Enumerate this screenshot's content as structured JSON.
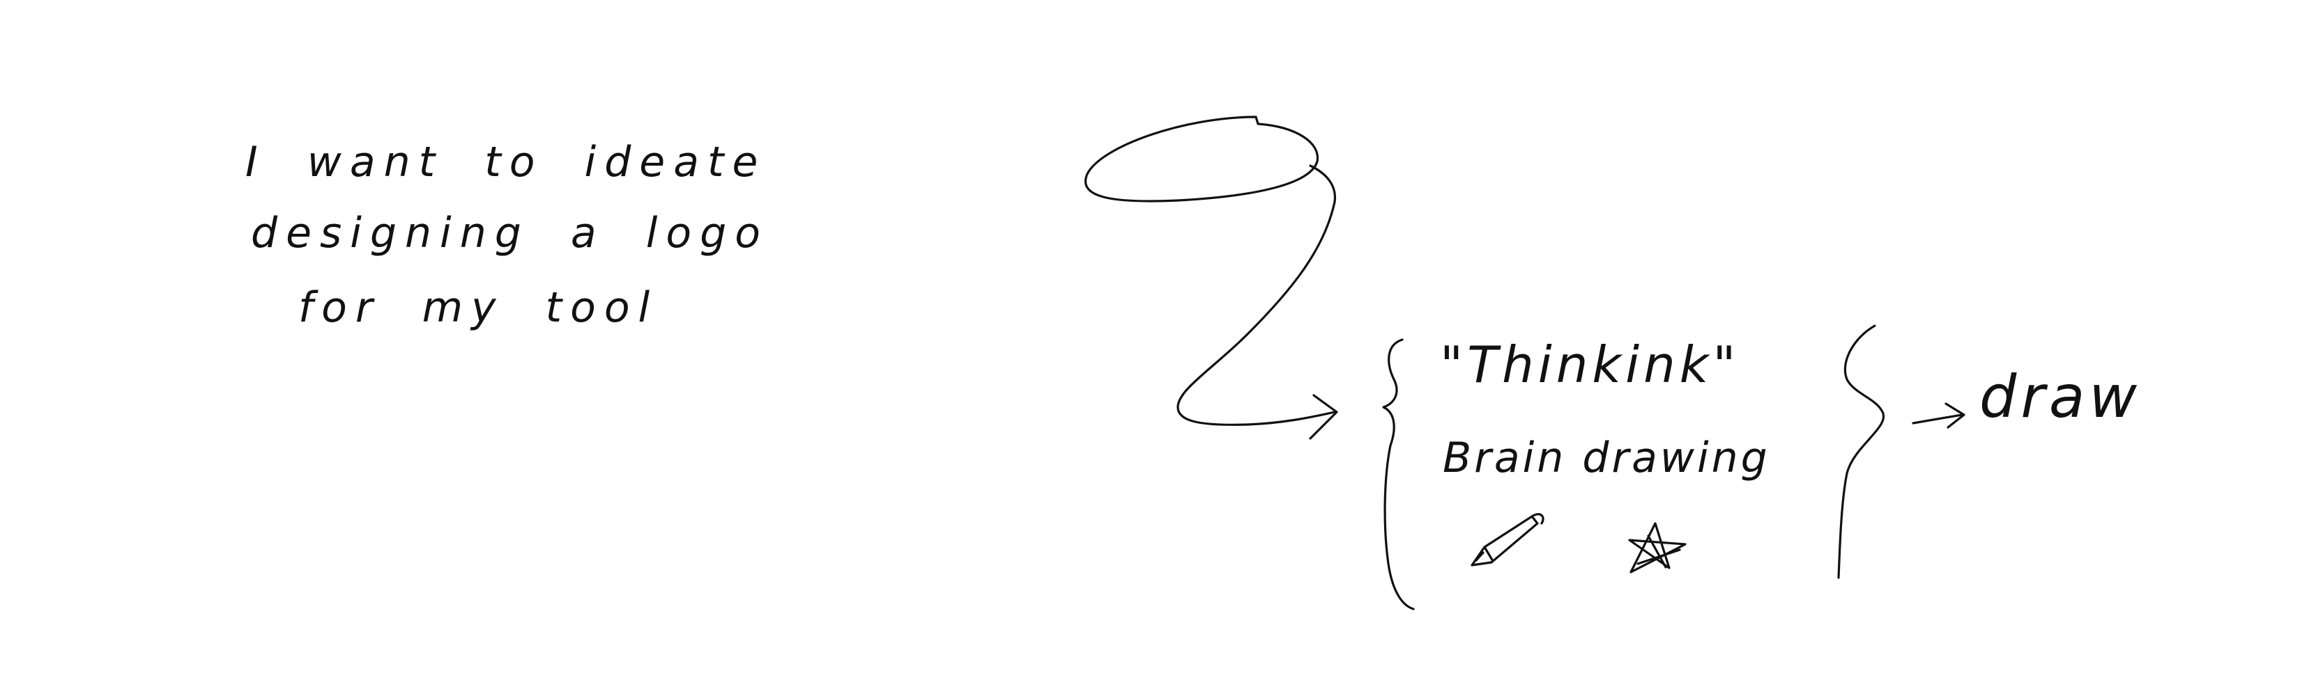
{
  "note": {
    "lines": [
      "I want to ideate",
      "designing a logo",
      "for my tool"
    ]
  },
  "ideas": {
    "name": "\"Thinkink\"",
    "concept": "Brain drawing",
    "icons": [
      "pencil-icon",
      "star-icon"
    ]
  },
  "result": {
    "label": "draw"
  },
  "ink_color": "#111111"
}
